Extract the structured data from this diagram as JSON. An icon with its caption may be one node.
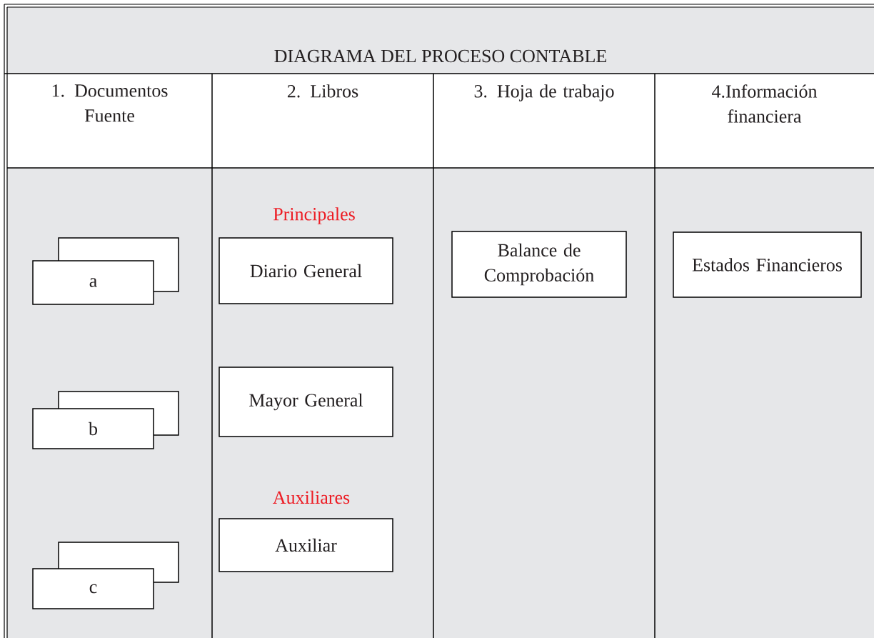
{
  "diagram": {
    "title": "DIAGRAMA DEL PROCESO CONTABLE",
    "nodes": [
      {
        "text": [
          "1. Documentos Fuente"
        ]
      },
      {
        "text": [
          "2. Libros"
        ]
      },
      {
        "text": [
          "3. Hoja de trabajo"
        ]
      },
      {
        "text": [
          "4.Información financiera"
        ]
      },
      {
        "text": [
          "a"
        ]
      },
      {
        "text": [
          "b"
        ]
      },
      {
        "text": [
          "c"
        ]
      },
      {
        "text": [
          "Diario General"
        ]
      },
      {
        "text": [
          "Mayor General"
        ]
      },
      {
        "text": [
          "Auxiliar"
        ]
      },
      {
        "text": [
          "Balance de Comprobación"
        ]
      },
      {
        "text": [
          "Estados Financieros"
        ]
      }
    ],
    "labels": [
      "Principales",
      "Auxiliares"
    ]
  }
}
